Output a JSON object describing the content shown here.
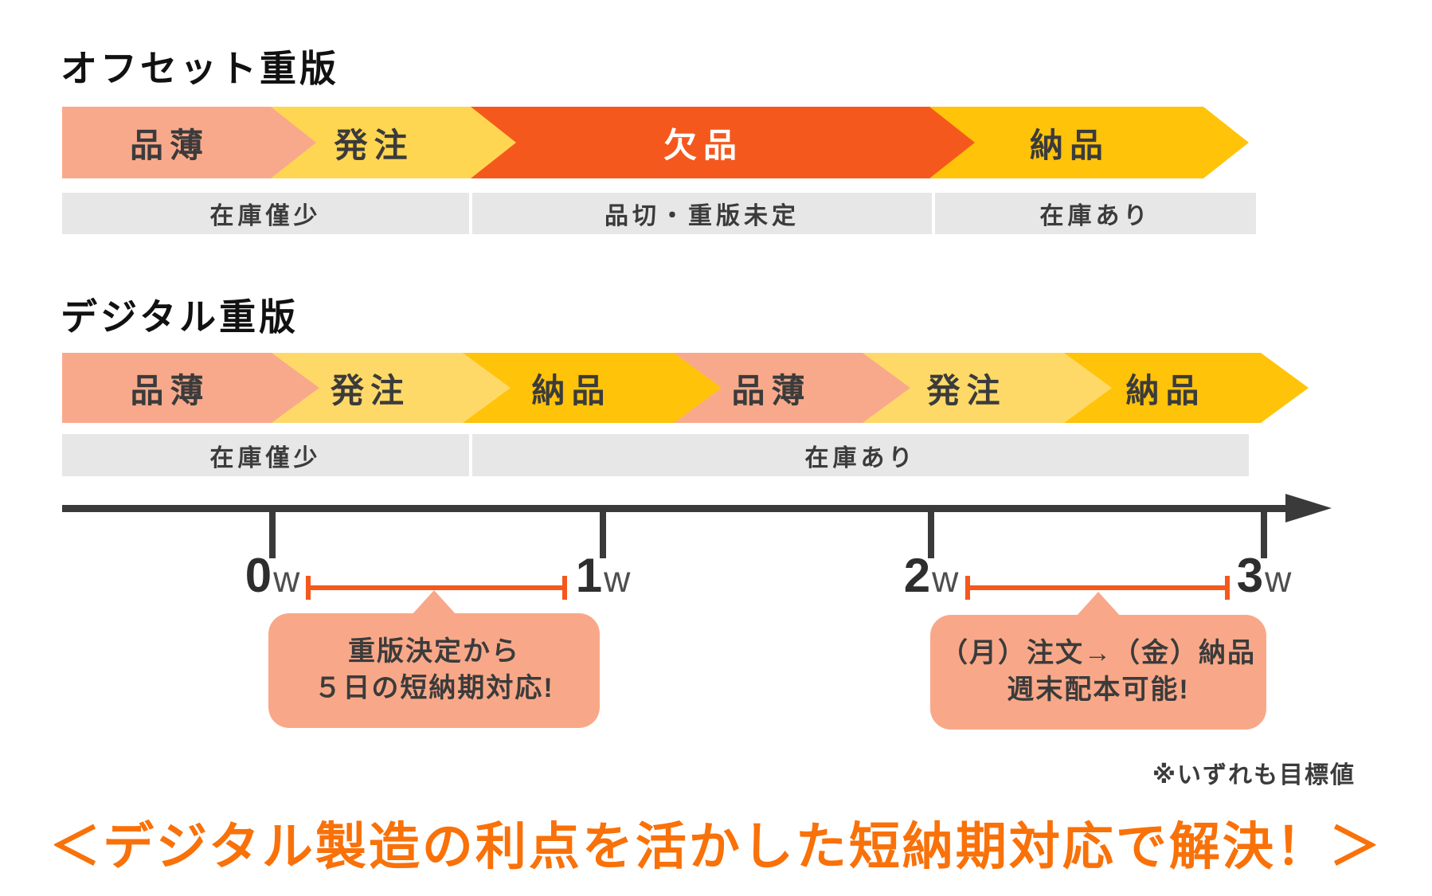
{
  "sections": [
    {
      "title": "オフセット重版",
      "flow": [
        {
          "label": "品薄",
          "color": "salmon",
          "text": "dark"
        },
        {
          "label": "発注",
          "color": "yellow",
          "text": "dark"
        },
        {
          "label": "欠品",
          "color": "orangeRed",
          "text": "light"
        },
        {
          "label": "納品",
          "color": "gold",
          "text": "dark"
        }
      ],
      "status": [
        "在庫僅少",
        "品切・重版未定",
        "在庫あり"
      ]
    },
    {
      "title": "デジタル重版",
      "flow": [
        {
          "label": "品薄",
          "color": "salmon",
          "text": "dark"
        },
        {
          "label": "発注",
          "color": "lightYellow",
          "text": "dark"
        },
        {
          "label": "納品",
          "color": "gold",
          "text": "dark"
        },
        {
          "label": "品薄",
          "color": "salmon",
          "text": "dark"
        },
        {
          "label": "発注",
          "color": "lightYellow",
          "text": "dark"
        },
        {
          "label": "納品",
          "color": "gold",
          "text": "dark"
        }
      ],
      "status": [
        "在庫僅少",
        "在庫あり"
      ]
    }
  ],
  "timeline": {
    "ticks": [
      {
        "value": "0",
        "unit": "w"
      },
      {
        "value": "1",
        "unit": "w"
      },
      {
        "value": "2",
        "unit": "w"
      },
      {
        "value": "3",
        "unit": "w"
      }
    ]
  },
  "callouts": [
    {
      "lines": [
        "重版決定から",
        "５日の短納期対応!"
      ]
    },
    {
      "lines": [
        "（月）注文→（金）納品",
        "週末配本可能!"
      ]
    }
  ],
  "note": "※いずれも目標値",
  "headline": "＜デジタル製造の利点を活かした短納期対応で解決！＞",
  "colors": {
    "salmon": "#F9A98B",
    "yellow": "#FFD651",
    "lightYellow": "#FFD968",
    "orangeRed": "#F5581D",
    "gold": "#FFC30A",
    "grayBar": "#E7E7E7",
    "darkText": "#3B3B3B",
    "lightText": "#FFFFFF",
    "axis": "#3A3A3A",
    "accentOrange": "#F4581C",
    "headlineOrange": "#F97109",
    "bubble": "#F8A888"
  }
}
